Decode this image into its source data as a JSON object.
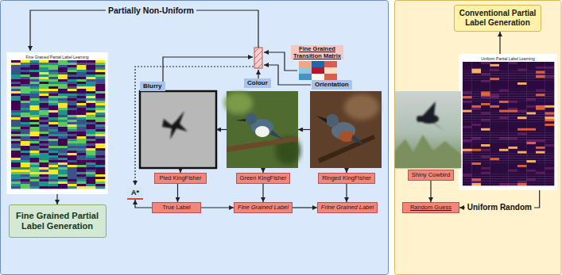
{
  "diagram": {
    "nodes": [
      {
        "text": [
          "Fine Grained Partial Label Learning"
        ]
      },
      {
        "text": [
          "Fine Grained Partial Label Generation"
        ]
      },
      {
        "text": [
          "Fine Grained Transition Matrix"
        ]
      },
      {
        "text": [
          "Blurry"
        ]
      },
      {
        "text": [
          "Colour"
        ]
      },
      {
        "text": [
          "Orientation"
        ]
      },
      {
        "text": [
          "Pied KingFisher"
        ]
      },
      {
        "text": [
          "Green KingFisher"
        ]
      },
      {
        "text": [
          "Ringed KingFisher"
        ]
      },
      {
        "text": [
          "A*"
        ]
      },
      {
        "text": [
          "True Label"
        ]
      },
      {
        "text": [
          "Fine Grained Label"
        ]
      },
      {
        "text": [
          "Frine Grained Label"
        ]
      },
      {
        "text": [
          "Conventional Partial Label Generation"
        ]
      },
      {
        "text": [
          "Uniform Partial Label Learning"
        ]
      },
      {
        "text": [
          "Shiny Cowbird"
        ]
      },
      {
        "text": [
          "Random Guess"
        ]
      }
    ],
    "edges": [
      {
        "from": 0,
        "to": 1,
        "arrow": "to"
      },
      {
        "from": 4,
        "to": 3,
        "arrow": "to"
      },
      {
        "from": 5,
        "to": 4,
        "arrow": "to"
      },
      {
        "from": 3,
        "to": 6,
        "arrow": "to"
      },
      {
        "from": 4,
        "to": 7,
        "arrow": "to"
      },
      {
        "from": 5,
        "to": 8,
        "arrow": "to"
      },
      {
        "from": 6,
        "to": 10,
        "arrow": "to"
      },
      {
        "from": 10,
        "to": 11,
        "arrow": "to"
      },
      {
        "from": 11,
        "to": 12,
        "arrow": "to"
      },
      {
        "from": 7,
        "to": 11,
        "arrow": "to"
      },
      {
        "from": 8,
        "to": 12,
        "arrow": "to"
      },
      {
        "from": 10,
        "to": 9,
        "arrow": "to"
      },
      {
        "from": 14,
        "to": 13,
        "arrow": "to"
      },
      {
        "from": 14,
        "to": 16,
        "label": "Uniform Random",
        "arrow": "to"
      },
      {
        "from": 15,
        "to": 16,
        "arrow": "to"
      }
    ],
    "labels": [
      "Partially Non-Uniform"
    ]
  }
}
